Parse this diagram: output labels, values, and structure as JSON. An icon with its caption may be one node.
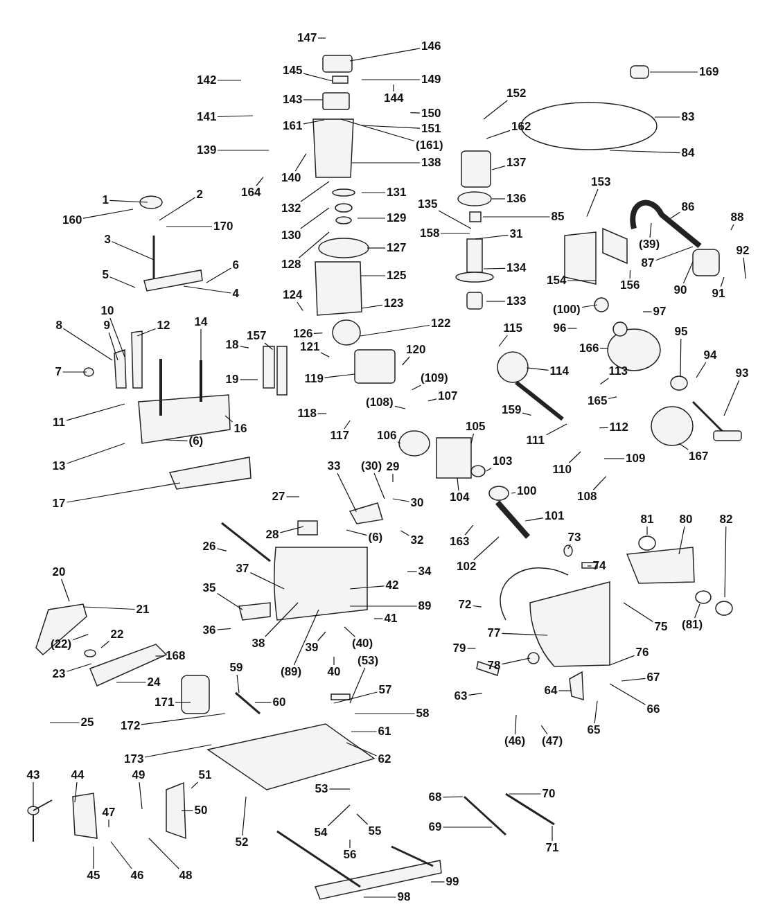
{
  "diagram": {
    "nodes": [
      {
        "text": [
          "147"
        ]
      },
      {
        "text": [
          "146"
        ]
      },
      {
        "text": [
          "142"
        ]
      },
      {
        "text": [
          "145"
        ]
      },
      {
        "text": [
          "149"
        ]
      },
      {
        "text": [
          "144"
        ]
      },
      {
        "text": [
          "143"
        ]
      },
      {
        "text": [
          "150"
        ]
      },
      {
        "text": [
          "141"
        ]
      },
      {
        "text": [
          "161"
        ]
      },
      {
        "text": [
          "151"
        ]
      },
      {
        "text": [
          "(161)"
        ]
      },
      {
        "text": [
          "139"
        ]
      },
      {
        "text": [
          "138"
        ]
      },
      {
        "text": [
          "140"
        ]
      },
      {
        "text": [
          "164"
        ]
      },
      {
        "text": [
          "169"
        ]
      },
      {
        "text": [
          "83"
        ]
      },
      {
        "text": [
          "84"
        ]
      },
      {
        "text": [
          "152"
        ]
      },
      {
        "text": [
          "162"
        ]
      },
      {
        "text": [
          "137"
        ]
      },
      {
        "text": [
          "136"
        ]
      },
      {
        "text": [
          "135"
        ]
      },
      {
        "text": [
          "85"
        ]
      },
      {
        "text": [
          "158"
        ]
      },
      {
        "text": [
          "31"
        ]
      },
      {
        "text": [
          "134"
        ]
      },
      {
        "text": [
          "133"
        ]
      },
      {
        "text": [
          "1"
        ]
      },
      {
        "text": [
          "2"
        ]
      },
      {
        "text": [
          "160"
        ]
      },
      {
        "text": [
          "170"
        ]
      },
      {
        "text": [
          "3"
        ]
      },
      {
        "text": [
          "5"
        ]
      },
      {
        "text": [
          "6"
        ]
      },
      {
        "text": [
          "4"
        ]
      },
      {
        "text": [
          "132"
        ]
      },
      {
        "text": [
          "131"
        ]
      },
      {
        "text": [
          "130"
        ]
      },
      {
        "text": [
          "129"
        ]
      },
      {
        "text": [
          "128"
        ]
      },
      {
        "text": [
          "127"
        ]
      },
      {
        "text": [
          "125"
        ]
      },
      {
        "text": [
          "124"
        ]
      },
      {
        "text": [
          "123"
        ]
      },
      {
        "text": [
          "126"
        ]
      },
      {
        "text": [
          "122"
        ]
      },
      {
        "text": [
          "153"
        ]
      },
      {
        "text": [
          "86"
        ]
      },
      {
        "text": [
          "88"
        ]
      },
      {
        "text": [
          "(39)"
        ]
      },
      {
        "text": [
          "154"
        ]
      },
      {
        "text": [
          "156"
        ]
      },
      {
        "text": [
          "87"
        ]
      },
      {
        "text": [
          "90"
        ]
      },
      {
        "text": [
          "92"
        ]
      },
      {
        "text": [
          "91"
        ]
      },
      {
        "text": [
          "(100)"
        ]
      },
      {
        "text": [
          "97"
        ]
      },
      {
        "text": [
          "96"
        ]
      },
      {
        "text": [
          "115"
        ]
      },
      {
        "text": [
          "166"
        ]
      },
      {
        "text": [
          "95"
        ]
      },
      {
        "text": [
          "94"
        ]
      },
      {
        "text": [
          "93"
        ]
      },
      {
        "text": [
          "114"
        ]
      },
      {
        "text": [
          "113"
        ]
      },
      {
        "text": [
          "165"
        ]
      },
      {
        "text": [
          "159"
        ]
      },
      {
        "text": [
          "111"
        ]
      },
      {
        "text": [
          "112"
        ]
      },
      {
        "text": [
          "167"
        ]
      },
      {
        "text": [
          "110"
        ]
      },
      {
        "text": [
          "109"
        ]
      },
      {
        "text": [
          "108"
        ]
      },
      {
        "text": [
          "10"
        ]
      },
      {
        "text": [
          "14"
        ]
      },
      {
        "text": [
          "8"
        ]
      },
      {
        "text": [
          "9"
        ]
      },
      {
        "text": [
          "12"
        ]
      },
      {
        "text": [
          "7"
        ]
      },
      {
        "text": [
          "11"
        ]
      },
      {
        "text": [
          "16"
        ]
      },
      {
        "text": [
          "(6)"
        ]
      },
      {
        "text": [
          "13"
        ]
      },
      {
        "text": [
          "17"
        ]
      },
      {
        "text": [
          "157"
        ]
      },
      {
        "text": [
          "18"
        ]
      },
      {
        "text": [
          "19"
        ]
      },
      {
        "text": [
          "121"
        ]
      },
      {
        "text": [
          "120"
        ]
      },
      {
        "text": [
          "119"
        ]
      },
      {
        "text": [
          "(109)"
        ]
      },
      {
        "text": [
          "(108)"
        ]
      },
      {
        "text": [
          "107"
        ]
      },
      {
        "text": [
          "118"
        ]
      },
      {
        "text": [
          "117"
        ]
      },
      {
        "text": [
          "106"
        ]
      },
      {
        "text": [
          "105"
        ]
      },
      {
        "text": [
          "103"
        ]
      },
      {
        "text": [
          "104"
        ]
      },
      {
        "text": [
          "100"
        ]
      },
      {
        "text": [
          "101"
        ]
      },
      {
        "text": [
          "163"
        ]
      },
      {
        "text": [
          "102"
        ]
      },
      {
        "text": [
          "33"
        ]
      },
      {
        "text": [
          "(30)"
        ]
      },
      {
        "text": [
          "29"
        ]
      },
      {
        "text": [
          "30"
        ]
      },
      {
        "text": [
          "32"
        ]
      },
      {
        "text": [
          "27"
        ]
      },
      {
        "text": [
          "28"
        ]
      },
      {
        "text": [
          "(6)"
        ]
      },
      {
        "text": [
          "26"
        ]
      },
      {
        "text": [
          "37"
        ]
      },
      {
        "text": [
          "34"
        ]
      },
      {
        "text": [
          "35"
        ]
      },
      {
        "text": [
          "42"
        ]
      },
      {
        "text": [
          "89"
        ]
      },
      {
        "text": [
          "36"
        ]
      },
      {
        "text": [
          "41"
        ]
      },
      {
        "text": [
          "38"
        ]
      },
      {
        "text": [
          "(89)"
        ]
      },
      {
        "text": [
          "39"
        ]
      },
      {
        "text": [
          "40"
        ]
      },
      {
        "text": [
          "(40)"
        ]
      },
      {
        "text": [
          "20"
        ]
      },
      {
        "text": [
          "21"
        ]
      },
      {
        "text": [
          "(22)"
        ]
      },
      {
        "text": [
          "22"
        ]
      },
      {
        "text": [
          "23"
        ]
      },
      {
        "text": [
          "168"
        ]
      },
      {
        "text": [
          "24"
        ]
      },
      {
        "text": [
          "25"
        ]
      },
      {
        "text": [
          "73"
        ]
      },
      {
        "text": [
          "74"
        ]
      },
      {
        "text": [
          "81"
        ]
      },
      {
        "text": [
          "80"
        ]
      },
      {
        "text": [
          "82"
        ]
      },
      {
        "text": [
          "72"
        ]
      },
      {
        "text": [
          "75"
        ]
      },
      {
        "text": [
          "(81)"
        ]
      },
      {
        "text": [
          "77"
        ]
      },
      {
        "text": [
          "79"
        ]
      },
      {
        "text": [
          "78"
        ]
      },
      {
        "text": [
          "76"
        ]
      },
      {
        "text": [
          "59"
        ]
      },
      {
        "text": [
          "(53)"
        ]
      },
      {
        "text": [
          "57"
        ]
      },
      {
        "text": [
          "60"
        ]
      },
      {
        "text": [
          "58"
        ]
      },
      {
        "text": [
          "171"
        ]
      },
      {
        "text": [
          "61"
        ]
      },
      {
        "text": [
          "172"
        ]
      },
      {
        "text": [
          "173"
        ]
      },
      {
        "text": [
          "62"
        ]
      },
      {
        "text": [
          "63"
        ]
      },
      {
        "text": [
          "64"
        ]
      },
      {
        "text": [
          "67"
        ]
      },
      {
        "text": [
          "66"
        ]
      },
      {
        "text": [
          "65"
        ]
      },
      {
        "text": [
          "(46)"
        ]
      },
      {
        "text": [
          "(47)"
        ]
      },
      {
        "text": [
          "43"
        ]
      },
      {
        "text": [
          "44"
        ]
      },
      {
        "text": [
          "49"
        ]
      },
      {
        "text": [
          "51"
        ]
      },
      {
        "text": [
          "47"
        ]
      },
      {
        "text": [
          "50"
        ]
      },
      {
        "text": [
          "53"
        ]
      },
      {
        "text": [
          "45"
        ]
      },
      {
        "text": [
          "46"
        ]
      },
      {
        "text": [
          "48"
        ]
      },
      {
        "text": [
          "52"
        ]
      },
      {
        "text": [
          "54"
        ]
      },
      {
        "text": [
          "55"
        ]
      },
      {
        "text": [
          "56"
        ]
      },
      {
        "text": [
          "68"
        ]
      },
      {
        "text": [
          "70"
        ]
      },
      {
        "text": [
          "69"
        ]
      },
      {
        "text": [
          "71"
        ]
      },
      {
        "text": [
          "98"
        ]
      },
      {
        "text": [
          "99"
        ]
      }
    ],
    "edges": [
      {
        "from": 0,
        "to": null,
        "arrow": "none"
      },
      {
        "from": 1,
        "to": null,
        "arrow": "none"
      },
      {
        "from": 2,
        "to": null,
        "arrow": "none"
      },
      {
        "from": 3,
        "to": null,
        "arrow": "none"
      },
      {
        "from": 4,
        "to": null,
        "arrow": "none"
      },
      {
        "from": 5,
        "to": null,
        "arrow": "none"
      },
      {
        "from": 6,
        "to": null,
        "arrow": "none"
      },
      {
        "from": 7,
        "to": null,
        "arrow": "none"
      },
      {
        "from": 8,
        "to": null,
        "arrow": "none"
      },
      {
        "from": 9,
        "to": null,
        "arrow": "none"
      },
      {
        "from": 10,
        "to": null,
        "arrow": "none"
      },
      {
        "from": 11,
        "to": null,
        "arrow": "none"
      },
      {
        "from": 12,
        "to": null,
        "arrow": "none"
      },
      {
        "from": 13,
        "to": null,
        "arrow": "none"
      },
      {
        "from": 14,
        "to": null,
        "arrow": "none"
      },
      {
        "from": 15,
        "to": null,
        "arrow": "none"
      },
      {
        "from": 16,
        "to": null,
        "arrow": "none"
      },
      {
        "from": 17,
        "to": null,
        "arrow": "none"
      },
      {
        "from": 18,
        "to": null,
        "arrow": "none"
      },
      {
        "from": 19,
        "to": null,
        "arrow": "none"
      },
      {
        "from": 20,
        "to": null,
        "arrow": "none"
      },
      {
        "from": 21,
        "to": null,
        "arrow": "none"
      },
      {
        "from": 22,
        "to": null,
        "arrow": "none"
      },
      {
        "from": 23,
        "to": null,
        "arrow": "none"
      },
      {
        "from": 24,
        "to": null,
        "arrow": "none"
      },
      {
        "from": 25,
        "to": null,
        "arrow": "none"
      },
      {
        "from": 26,
        "to": null,
        "arrow": "none"
      },
      {
        "from": 27,
        "to": null,
        "arrow": "none"
      },
      {
        "from": 28,
        "to": null,
        "arrow": "none"
      },
      {
        "from": 29,
        "to": null,
        "arrow": "none"
      },
      {
        "from": 30,
        "to": null,
        "arrow": "none"
      },
      {
        "from": 31,
        "to": null,
        "arrow": "none"
      },
      {
        "from": 32,
        "to": null,
        "arrow": "none"
      },
      {
        "from": 33,
        "to": null,
        "arrow": "none"
      },
      {
        "from": 34,
        "to": null,
        "arrow": "none"
      },
      {
        "from": 35,
        "to": null,
        "arrow": "none"
      },
      {
        "from": 36,
        "to": null,
        "arrow": "none"
      },
      {
        "from": 37,
        "to": null,
        "arrow": "none"
      },
      {
        "from": 38,
        "to": null,
        "arrow": "none"
      },
      {
        "from": 39,
        "to": null,
        "arrow": "none"
      },
      {
        "from": 40,
        "to": null,
        "arrow": "none"
      },
      {
        "from": 41,
        "to": null,
        "arrow": "none"
      },
      {
        "from": 42,
        "to": null,
        "arrow": "none"
      },
      {
        "from": 43,
        "to": null,
        "arrow": "none"
      },
      {
        "from": 44,
        "to": null,
        "arrow": "none"
      },
      {
        "from": 45,
        "to": null,
        "arrow": "none"
      },
      {
        "from": 46,
        "to": null,
        "arrow": "none"
      },
      {
        "from": 47,
        "to": null,
        "arrow": "none"
      },
      {
        "from": 48,
        "to": null,
        "arrow": "none"
      },
      {
        "from": 49,
        "to": null,
        "arrow": "none"
      },
      {
        "from": 50,
        "to": null,
        "arrow": "none"
      },
      {
        "from": 51,
        "to": null,
        "arrow": "none"
      },
      {
        "from": 52,
        "to": null,
        "arrow": "none"
      },
      {
        "from": 53,
        "to": null,
        "arrow": "none"
      },
      {
        "from": 54,
        "to": null,
        "arrow": "none"
      },
      {
        "from": 55,
        "to": null,
        "arrow": "none"
      },
      {
        "from": 56,
        "to": null,
        "arrow": "none"
      },
      {
        "from": 57,
        "to": null,
        "arrow": "none"
      },
      {
        "from": 58,
        "to": null,
        "arrow": "none"
      },
      {
        "from": 59,
        "to": null,
        "arrow": "none"
      },
      {
        "from": 60,
        "to": null,
        "arrow": "none"
      },
      {
        "from": 61,
        "to": null,
        "arrow": "none"
      },
      {
        "from": 62,
        "to": null,
        "arrow": "none"
      },
      {
        "from": 63,
        "to": null,
        "arrow": "none"
      },
      {
        "from": 64,
        "to": null,
        "arrow": "none"
      },
      {
        "from": 65,
        "to": null,
        "arrow": "none"
      },
      {
        "from": 66,
        "to": null,
        "arrow": "none"
      },
      {
        "from": 67,
        "to": null,
        "arrow": "none"
      },
      {
        "from": 68,
        "to": null,
        "arrow": "none"
      },
      {
        "from": 69,
        "to": null,
        "arrow": "none"
      },
      {
        "from": 70,
        "to": null,
        "arrow": "none"
      },
      {
        "from": 71,
        "to": null,
        "arrow": "none"
      },
      {
        "from": 72,
        "to": null,
        "arrow": "none"
      },
      {
        "from": 73,
        "to": null,
        "arrow": "none"
      },
      {
        "from": 74,
        "to": null,
        "arrow": "none"
      },
      {
        "from": 75,
        "to": null,
        "arrow": "none"
      },
      {
        "from": 76,
        "to": null,
        "arrow": "none"
      },
      {
        "from": 77,
        "to": null,
        "arrow": "none"
      },
      {
        "from": 78,
        "to": null,
        "arrow": "none"
      },
      {
        "from": 79,
        "to": null,
        "arrow": "none"
      },
      {
        "from": 80,
        "to": null,
        "arrow": "none"
      },
      {
        "from": 81,
        "to": null,
        "arrow": "none"
      },
      {
        "from": 82,
        "to": null,
        "arrow": "none"
      },
      {
        "from": 83,
        "to": null,
        "arrow": "none"
      },
      {
        "from": 84,
        "to": null,
        "arrow": "none"
      },
      {
        "from": 85,
        "to": null,
        "arrow": "none"
      },
      {
        "from": 86,
        "to": null,
        "arrow": "none"
      },
      {
        "from": 87,
        "to": null,
        "arrow": "none"
      },
      {
        "from": 88,
        "to": null,
        "arrow": "none"
      },
      {
        "from": 89,
        "to": null,
        "arrow": "none"
      },
      {
        "from": 90,
        "to": null,
        "arrow": "none"
      },
      {
        "from": 91,
        "to": null,
        "arrow": "none"
      },
      {
        "from": 92,
        "to": null,
        "arrow": "none"
      },
      {
        "from": 93,
        "to": null,
        "arrow": "none"
      },
      {
        "from": 94,
        "to": null,
        "arrow": "none"
      },
      {
        "from": 95,
        "to": null,
        "arrow": "none"
      },
      {
        "from": 96,
        "to": null,
        "arrow": "none"
      },
      {
        "from": 97,
        "to": null,
        "arrow": "none"
      },
      {
        "from": 98,
        "to": null,
        "arrow": "none"
      },
      {
        "from": 99,
        "to": null,
        "arrow": "none"
      },
      {
        "from": 100,
        "to": null,
        "arrow": "none"
      },
      {
        "from": 101,
        "to": null,
        "arrow": "none"
      },
      {
        "from": 102,
        "to": null,
        "arrow": "none"
      },
      {
        "from": 103,
        "to": null,
        "arrow": "none"
      },
      {
        "from": 104,
        "to": null,
        "arrow": "none"
      },
      {
        "from": 105,
        "to": null,
        "arrow": "none"
      },
      {
        "from": 106,
        "to": null,
        "arrow": "none"
      },
      {
        "from": 107,
        "to": null,
        "arrow": "none"
      },
      {
        "from": 108,
        "to": null,
        "arrow": "none"
      },
      {
        "from": 109,
        "to": null,
        "arrow": "none"
      },
      {
        "from": 110,
        "to": null,
        "arrow": "none"
      },
      {
        "from": 111,
        "to": null,
        "arrow": "none"
      },
      {
        "from": 112,
        "to": null,
        "arrow": "none"
      },
      {
        "from": 113,
        "to": null,
        "arrow": "none"
      },
      {
        "from": 114,
        "to": null,
        "arrow": "none"
      },
      {
        "from": 115,
        "to": null,
        "arrow": "none"
      },
      {
        "from": 116,
        "to": null,
        "arrow": "none"
      },
      {
        "from": 117,
        "to": null,
        "arrow": "none"
      },
      {
        "from": 118,
        "to": null,
        "arrow": "none"
      },
      {
        "from": 119,
        "to": null,
        "arrow": "none"
      },
      {
        "from": 120,
        "to": null,
        "arrow": "none"
      },
      {
        "from": 121,
        "to": null,
        "arrow": "none"
      },
      {
        "from": 122,
        "to": null,
        "arrow": "none"
      },
      {
        "from": 123,
        "to": null,
        "arrow": "none"
      },
      {
        "from": 124,
        "to": null,
        "arrow": "none"
      },
      {
        "from": 125,
        "to": null,
        "arrow": "none"
      },
      {
        "from": 126,
        "to": null,
        "arrow": "none"
      },
      {
        "from": 127,
        "to": null,
        "arrow": "none"
      },
      {
        "from": 128,
        "to": null,
        "arrow": "none"
      },
      {
        "from": 129,
        "to": null,
        "arrow": "none"
      },
      {
        "from": 130,
        "to": null,
        "arrow": "none"
      },
      {
        "from": 131,
        "to": null,
        "arrow": "none"
      },
      {
        "from": 132,
        "to": null,
        "arrow": "none"
      },
      {
        "from": 133,
        "to": null,
        "arrow": "none"
      },
      {
        "from": 134,
        "to": null,
        "arrow": "none"
      },
      {
        "from": 135,
        "to": null,
        "arrow": "none"
      },
      {
        "from": 136,
        "to": null,
        "arrow": "none"
      },
      {
        "from": 137,
        "to": null,
        "arrow": "none"
      },
      {
        "from": 138,
        "to": null,
        "arrow": "none"
      },
      {
        "from": 139,
        "to": null,
        "arrow": "none"
      },
      {
        "from": 140,
        "to": null,
        "arrow": "none"
      },
      {
        "from": 141,
        "to": null,
        "arrow": "none"
      },
      {
        "from": 142,
        "to": null,
        "arrow": "none"
      },
      {
        "from": 143,
        "to": null,
        "arrow": "none"
      },
      {
        "from": 144,
        "to": null,
        "arrow": "none"
      },
      {
        "from": 145,
        "to": null,
        "arrow": "none"
      },
      {
        "from": 146,
        "to": null,
        "arrow": "none"
      },
      {
        "from": 147,
        "to": null,
        "arrow": "none"
      },
      {
        "from": 148,
        "to": null,
        "arrow": "none"
      },
      {
        "from": 149,
        "to": null,
        "arrow": "none"
      },
      {
        "from": 150,
        "to": null,
        "arrow": "none"
      },
      {
        "from": 151,
        "to": null,
        "arrow": "none"
      },
      {
        "from": 152,
        "to": null,
        "arrow": "none"
      },
      {
        "from": 153,
        "to": null,
        "arrow": "none"
      },
      {
        "from": 154,
        "to": null,
        "arrow": "none"
      },
      {
        "from": 155,
        "to": null,
        "arrow": "none"
      },
      {
        "from": 156,
        "to": null,
        "arrow": "none"
      },
      {
        "from": 157,
        "to": null,
        "arrow": "none"
      },
      {
        "from": 158,
        "to": null,
        "arrow": "none"
      },
      {
        "from": 159,
        "to": null,
        "arrow": "none"
      },
      {
        "from": 160,
        "to": null,
        "arrow": "none"
      },
      {
        "from": 161,
        "to": null,
        "arrow": "none"
      },
      {
        "from": 162,
        "to": null,
        "arrow": "none"
      },
      {
        "from": 163,
        "to": null,
        "arrow": "none"
      },
      {
        "from": 164,
        "to": null,
        "arrow": "none"
      },
      {
        "from": 165,
        "to": null,
        "arrow": "none"
      },
      {
        "from": 166,
        "to": null,
        "arrow": "none"
      },
      {
        "from": 167,
        "to": null,
        "arrow": "none"
      },
      {
        "from": 168,
        "to": null,
        "arrow": "none"
      },
      {
        "from": 169,
        "to": null,
        "arrow": "none"
      },
      {
        "from": 170,
        "to": null,
        "arrow": "none"
      },
      {
        "from": 171,
        "to": null,
        "arrow": "none"
      },
      {
        "from": 172,
        "to": null,
        "arrow": "none"
      },
      {
        "from": 173,
        "to": null,
        "arrow": "none"
      },
      {
        "from": 174,
        "to": null,
        "arrow": "none"
      },
      {
        "from": 175,
        "to": null,
        "arrow": "none"
      },
      {
        "from": 176,
        "to": null,
        "arrow": "none"
      },
      {
        "from": 177,
        "to": null,
        "arrow": "none"
      },
      {
        "from": 178,
        "to": null,
        "arrow": "none"
      },
      {
        "from": 179,
        "to": null,
        "arrow": "none"
      },
      {
        "from": 180,
        "to": null,
        "arrow": "none"
      },
      {
        "from": 181,
        "to": null,
        "arrow": "none"
      },
      {
        "from": 182,
        "to": null,
        "arrow": "none"
      },
      {
        "from": 183,
        "to": null,
        "arrow": "none"
      }
    ]
  }
}
